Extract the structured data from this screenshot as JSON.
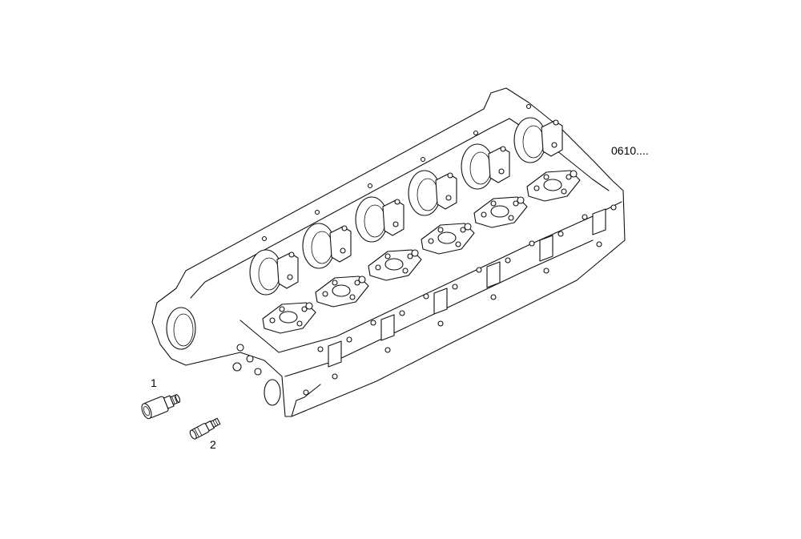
{
  "diagram": {
    "reference_code": "0610....",
    "callouts": [
      {
        "number": "1",
        "part": "fitting-large"
      },
      {
        "number": "2",
        "part": "fitting-small"
      }
    ],
    "colors": {
      "line": "#111111",
      "background": "#ffffff"
    },
    "cylinder_count": 6
  }
}
